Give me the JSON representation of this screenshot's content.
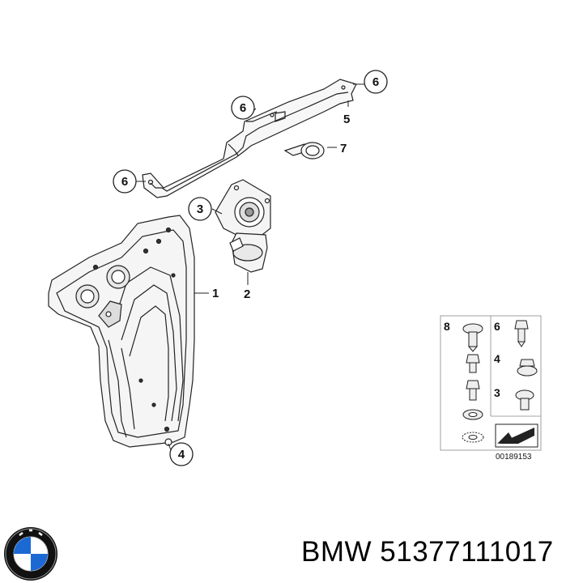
{
  "diagram": {
    "callouts": {
      "c1": "1",
      "c2": "2",
      "c3": "3",
      "c4": "4",
      "c5": "5",
      "c6a": "6",
      "c6b": "6",
      "c6c": "6",
      "c7": "7"
    },
    "legend": {
      "l8": "8",
      "l6": "6",
      "l4": "4",
      "l3": "3"
    },
    "reference_code": "00189153"
  },
  "caption": {
    "brand": "BMW",
    "part_number": "51377111017"
  },
  "logo": {
    "letters": "BMW",
    "colors": {
      "blue": "#1c69d4",
      "ring": "#000000",
      "white": "#ffffff"
    }
  }
}
